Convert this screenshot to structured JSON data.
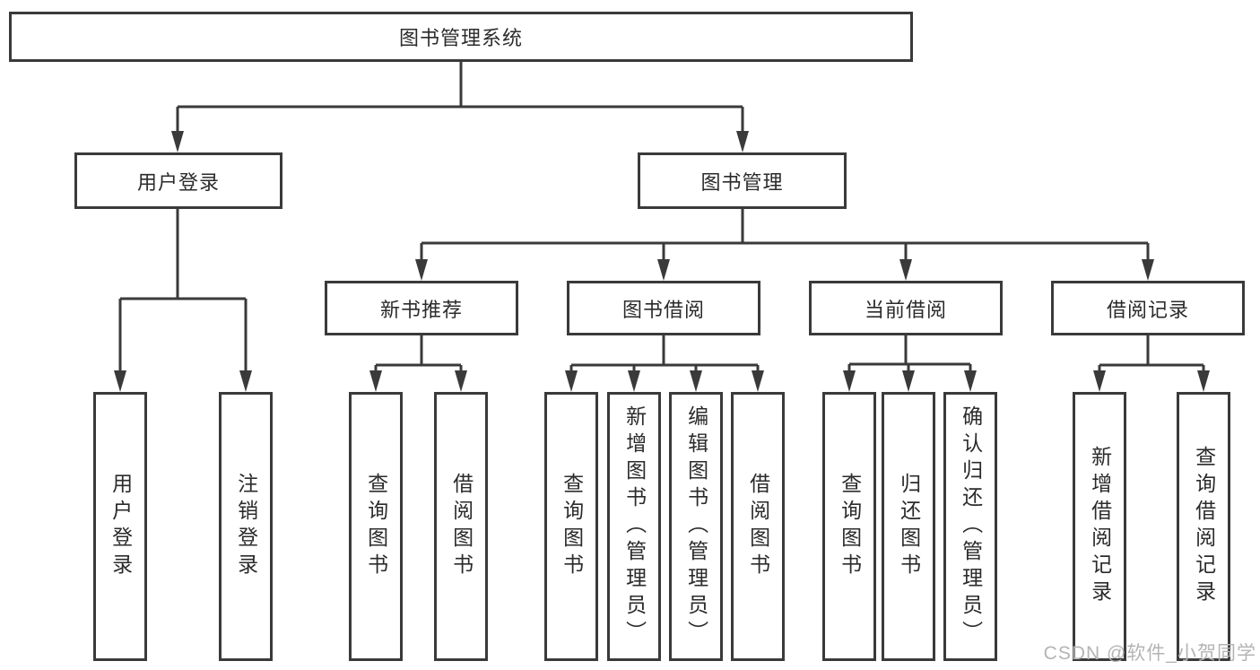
{
  "diagram": {
    "root": "图书管理系统",
    "watermark": "CSDN @软件_小贺同学",
    "colors": {
      "line": "#3a3a3a",
      "box_border": "#3a3a3a",
      "text": "#2b2b2b",
      "watermark": "#b4b4b4",
      "background": "#ffffff"
    },
    "branches": [
      {
        "label": "用户登录",
        "children": [
          "用户登录",
          "注销登录"
        ]
      },
      {
        "label": "图书管理",
        "groups": [
          {
            "label": "新书推荐",
            "children": [
              "查询图书",
              "借阅图书"
            ]
          },
          {
            "label": "图书借阅",
            "children": [
              "查询图书",
              "新增图书（管理员）",
              "编辑图书（管理员）",
              "借阅图书"
            ]
          },
          {
            "label": "当前借阅",
            "children": [
              "查询图书",
              "归还图书",
              "确认归还（管理员）"
            ]
          },
          {
            "label": "借阅记录",
            "children": [
              "新增借阅记录",
              "查询借阅记录"
            ]
          }
        ]
      }
    ]
  }
}
